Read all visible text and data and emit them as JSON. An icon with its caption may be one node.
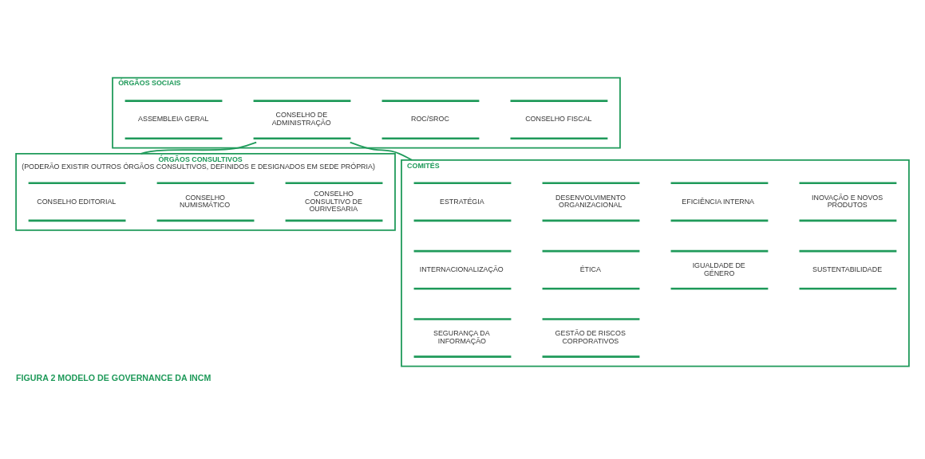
{
  "diagram": {
    "caption": "FIGURA 2 MODELO DE GOVERNANCE DA INCM",
    "nodes": [
      {
        "text": [
          "ÓRGÃOS SOCIAIS"
        ]
      },
      {
        "text": [
          "ASSEMBLEIA GERAL"
        ],
        "in": 0
      },
      {
        "text": [
          "CONSELHO DE ADMINISTRAÇÃO"
        ],
        "in": 0
      },
      {
        "text": [
          "ROC/SROC"
        ],
        "in": 0
      },
      {
        "text": [
          "CONSELHO FISCAL"
        ],
        "in": 0
      },
      {
        "text": [
          "ÓRGÃOS CONSULTIVOS",
          "(PODERÃO EXISTIR OUTROS ÓRGÃOS CONSULTIVOS, DEFINIDOS E DESIGNADOS EM SEDE PRÓPRIA)"
        ]
      },
      {
        "text": [
          "CONSELHO EDITORIAL"
        ],
        "in": 5
      },
      {
        "text": [
          "CONSELHO NUMISMÁTICO"
        ],
        "in": 5
      },
      {
        "text": [
          "CONSELHO CONSULTIVO DE OURIVESARIA"
        ],
        "in": 5
      },
      {
        "text": [
          "COMITÉS"
        ]
      },
      {
        "text": [
          "ESTRATÉGIA"
        ],
        "in": 9
      },
      {
        "text": [
          "DESENVOLVIMENTO ORGANIZACIONAL"
        ],
        "in": 9
      },
      {
        "text": [
          "EFICIÊNCIA INTERNA"
        ],
        "in": 9
      },
      {
        "text": [
          "INOVAÇÃO E NOVOS PRODUTOS"
        ],
        "in": 9
      },
      {
        "text": [
          "INTERNACIONALIZAÇÃO"
        ],
        "in": 9
      },
      {
        "text": [
          "ÉTICA"
        ],
        "in": 9
      },
      {
        "text": [
          "IGUALDADE DE GÉNERO"
        ],
        "in": 9
      },
      {
        "text": [
          "SUSTENTABILIDADE"
        ],
        "in": 9
      },
      {
        "text": [
          "SEGURANÇA DA INFORMAÇÃO"
        ],
        "in": 9
      },
      {
        "text": [
          "GESTÃO DE RISCOS CORPORATIVOS"
        ],
        "in": 9
      }
    ],
    "edges": [
      {
        "from": 2,
        "to": 5,
        "arrow": "none"
      },
      {
        "from": 2,
        "to": 9,
        "arrow": "none"
      }
    ]
  }
}
